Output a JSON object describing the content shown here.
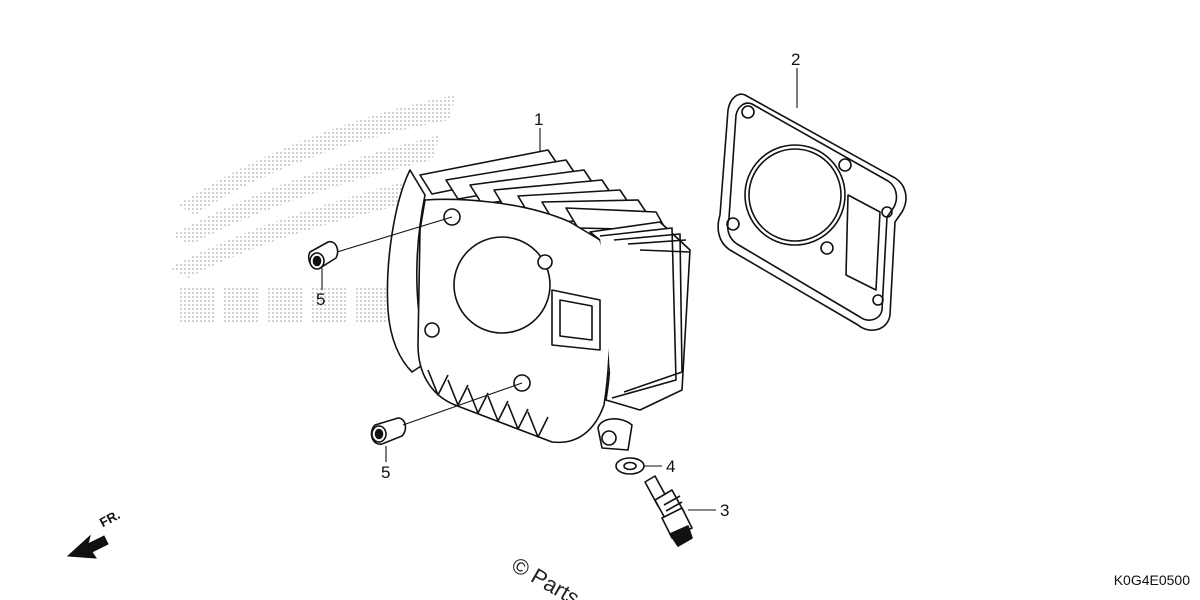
{
  "diagram": {
    "diagram_code": "K0G4E0500",
    "direction_label": "FR.",
    "watermark_text": "© Parts",
    "callouts": {
      "cylinder": "1",
      "gasket": "2",
      "sensor": "3",
      "washer": "4",
      "dowel_top": "5",
      "dowel_bottom": "5"
    }
  },
  "colors": {
    "line": "#111111",
    "background": "#ffffff",
    "logo_dots": "#b5b5b5"
  },
  "icons": {
    "direction": "front-arrow-icon",
    "logo": "honda-wing-logo"
  }
}
